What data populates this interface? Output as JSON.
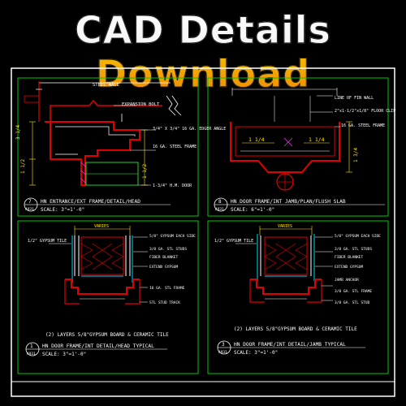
{
  "header": {
    "title": "CAD Details Download"
  },
  "panels": [
    {
      "number": "7",
      "sheet": "A931",
      "title": "HN ENTRANCE/EXT FRAME/DETAIL/HEAD",
      "scale": "SCALE: 3\"=1'-0\"",
      "labels": [
        "STEEL WALL",
        "EXPANSION BOLT",
        "3/4\" X 3/4\" 16 GA. EDGER ANGLE",
        "16 GA. STEEL FRAME",
        "1 1/2",
        "3 1/4",
        "1 1/2",
        "1-3/4\" H.M. DOOR"
      ]
    },
    {
      "number": "8",
      "sheet": "A931",
      "title": "HN DOOR FRAME/INT JAMB/PLAN/FLUSH SLAB",
      "scale": "SCALE: 6\"=1'-0\"",
      "labels": [
        "LINE OF FIN WALL",
        "2\"x1-1/2\"x1/8\" FLOOR CLIP",
        "16 GA. STEEL FRAME",
        "1 1/4",
        "1 1/4",
        "1 3/4"
      ]
    },
    {
      "number": "1",
      "sheet": "A931",
      "title": "HN DOOR FRAME/INT DETAIL/HEAD TYPICAL",
      "scale": "SCALE: 3\"=1'-0\"",
      "note": "(2) LAYERS 5/8\"GYPSUM BOARD & CERAMIC TILE",
      "labels": [
        "VARIES",
        "1/2\" GYPSUM TILE",
        "5/8\" GYPSUM EACH SIDE",
        "3/8 GA. STL STUDS",
        "FIBER BLANKET",
        "EXTEND GYPSUM",
        "16 GA. STL FRAME",
        "STL STUD TRACK"
      ]
    },
    {
      "number": "3",
      "sheet": "A931",
      "title": "HN DOOR FRAME/INT DETAIL/JAMB TYPICAL",
      "scale": "SCALE: 3\"=1'-0\"",
      "note": "(2) LAYERS 5/8\"GYPSUM BOARD & CERAMIC TILE",
      "labels": [
        "VARIES",
        "1/2\" GYPSUM TILE",
        "5/8\" GYPSUM EACH SIDE",
        "3/8 GA. STL STUDS",
        "FIBER BLANKET",
        "EXTEND GYPSUM",
        "JAMB ANCHOR",
        "3/8 GA. STL FRAME",
        "3/8 GA. STL STUD"
      ]
    }
  ],
  "colors": {
    "frame": "#ffffff",
    "border": "#00c800",
    "red": "#e00000",
    "cyan": "#00d8ff",
    "yellow": "#ffe800",
    "magenta": "#ff40ff",
    "green": "#30ff30",
    "orange": "#ff9000"
  }
}
